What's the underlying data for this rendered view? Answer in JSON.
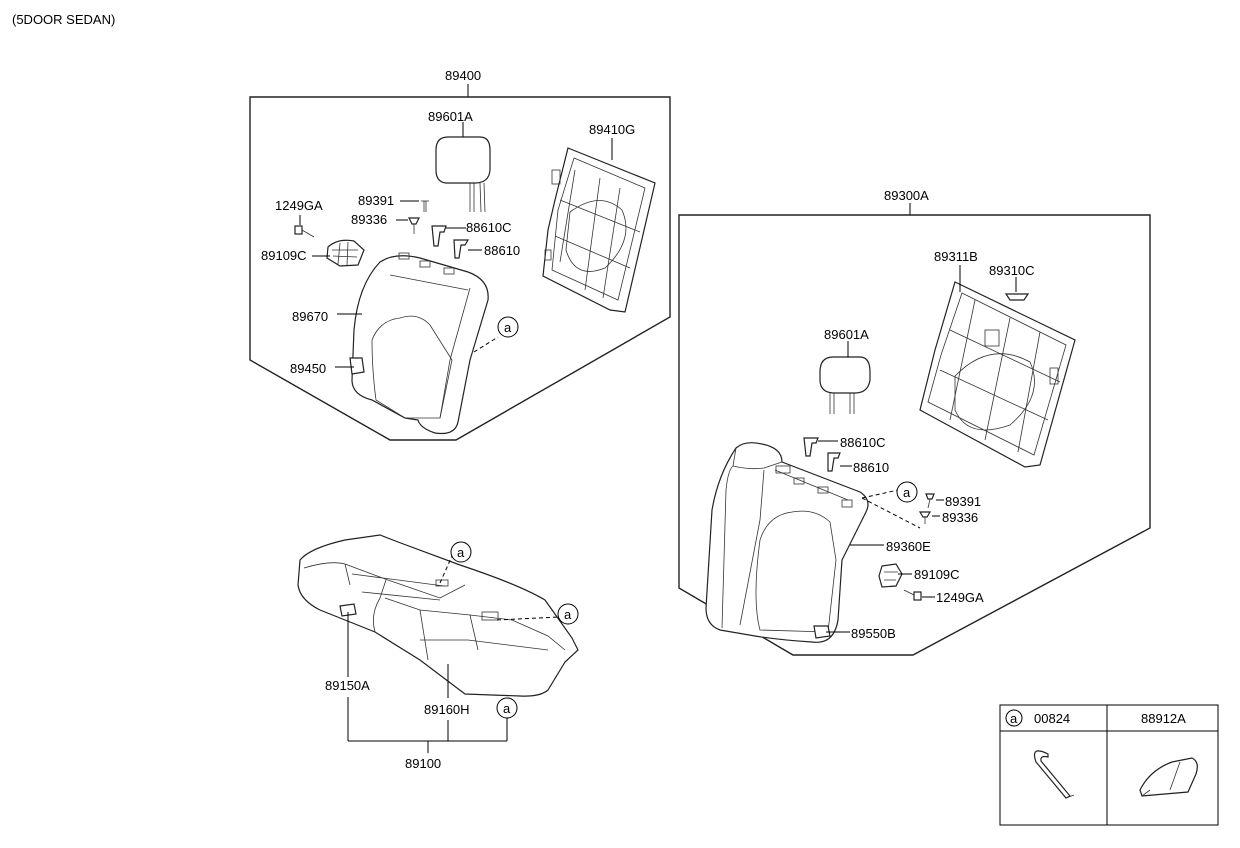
{
  "header": {
    "variant": "(5DOOR SEDAN)"
  },
  "assemblies": {
    "back_left": {
      "number": "89400",
      "parts": {
        "headrest": "89601A",
        "frame": "89410G",
        "bolt": "1249GA",
        "screw": "89391",
        "clip": "89336",
        "guide_c": "88610C",
        "guide": "88610",
        "bracket": "89109C",
        "cover": "89670",
        "pad": "89450"
      }
    },
    "back_right": {
      "number": "89300A",
      "parts": {
        "frame": "89311B",
        "frame_part": "89310C",
        "headrest": "89601A",
        "guide_c": "88610C",
        "guide": "88610",
        "screw": "89391",
        "clip": "89336",
        "cover": "89360E",
        "bracket": "89109C",
        "bolt": "1249GA",
        "pad": "89550B"
      }
    },
    "cushion": {
      "number": "89100",
      "parts": {
        "cover": "89150A",
        "pad": "89160H"
      }
    }
  },
  "callout": {
    "symbol": "a"
  },
  "legend": {
    "cells": [
      {
        "symbol": "a",
        "part": "00824"
      },
      {
        "symbol": "",
        "part": "88912A"
      }
    ]
  }
}
